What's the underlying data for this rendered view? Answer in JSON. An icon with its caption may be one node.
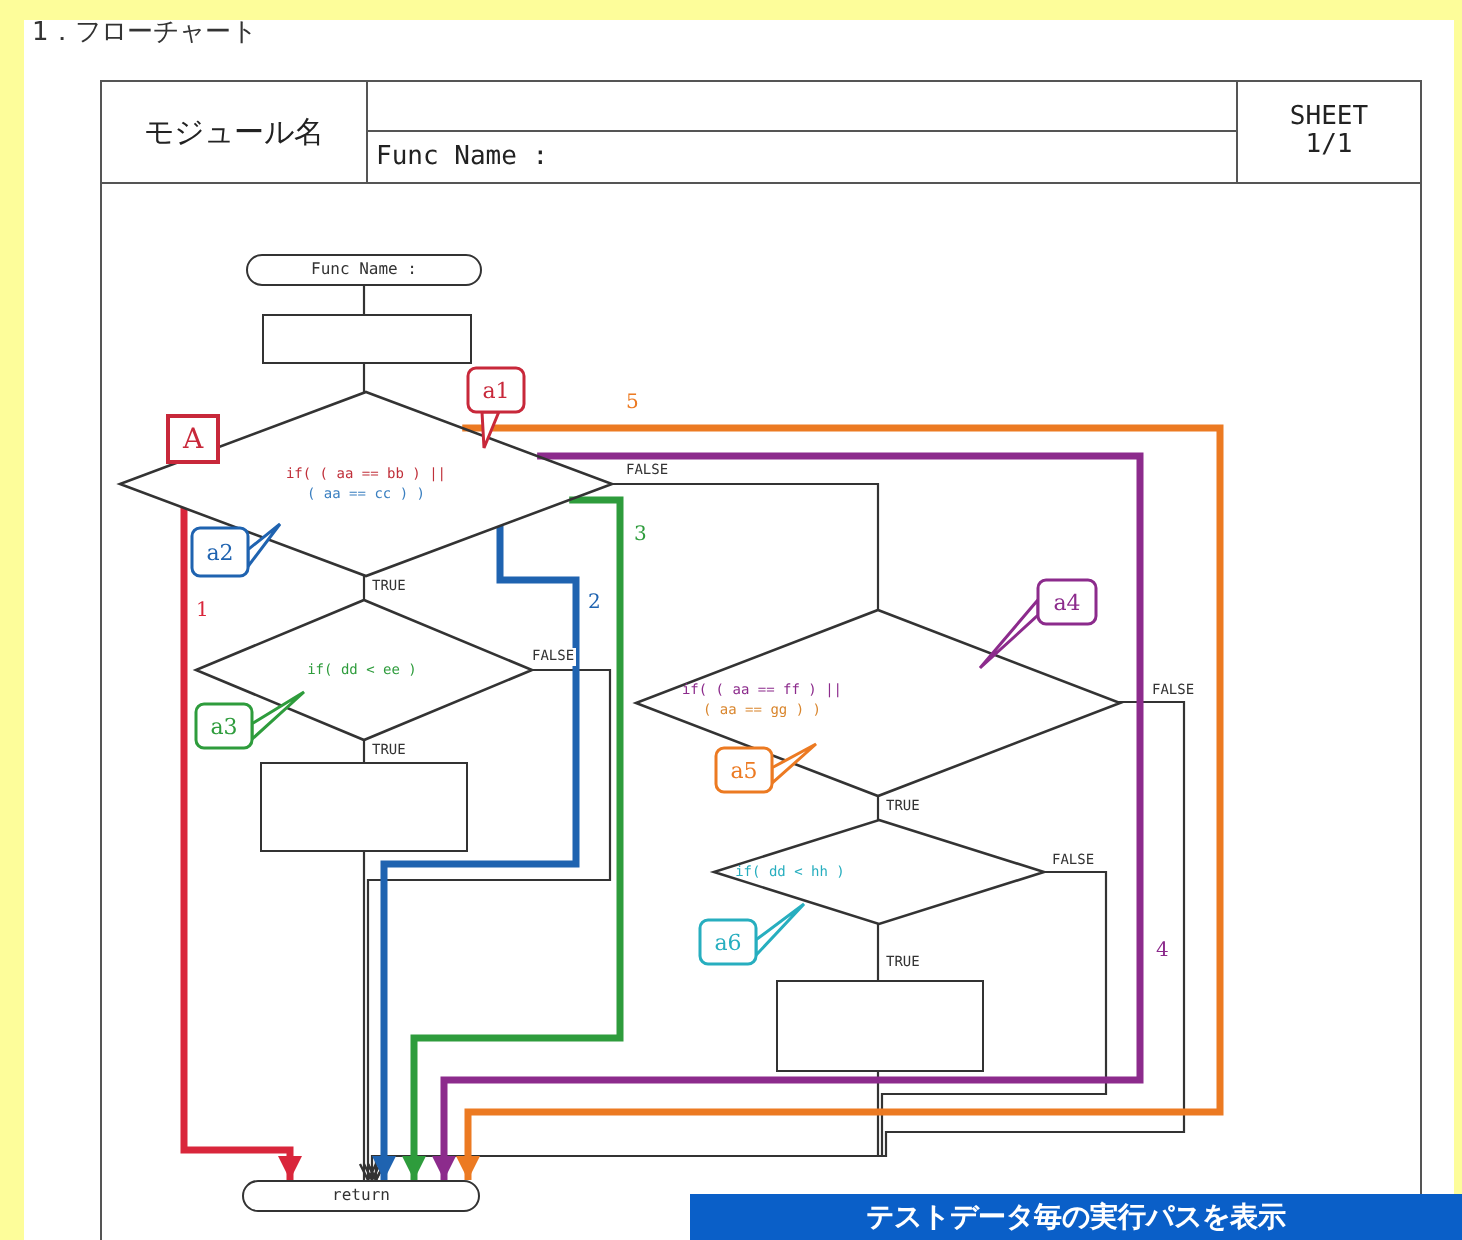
{
  "diagram": {
    "title": "1．フローチャート",
    "nodes": [
      {
        "text": [
          "Func Name :"
        ]
      },
      {
        "text": [],
        "shape": "box"
      },
      {
        "text": [
          "if( ( aa == bb ) ||",
          "( aa == cc ) )"
        ]
      },
      {
        "text": [
          "if( dd < ee )"
        ]
      },
      {
        "text": [],
        "shape": "box"
      },
      {
        "text": [
          "if( ( aa == ff ) ||",
          "( aa == gg ) )"
        ]
      },
      {
        "text": [
          "if( dd < hh )"
        ]
      },
      {
        "text": [],
        "shape": "box"
      },
      {
        "text": [
          "return"
        ]
      }
    ],
    "edges": [
      {
        "from": 0,
        "to": 1,
        "arrow": "none"
      },
      {
        "from": 1,
        "to": 2,
        "arrow": "none"
      },
      {
        "from": 2,
        "to": 3,
        "arrow": "none",
        "label": "TRUE"
      },
      {
        "from": 3,
        "to": 4,
        "arrow": "none",
        "label": "TRUE"
      },
      {
        "from": 2,
        "to": 5,
        "arrow": "none",
        "label": "FALSE"
      },
      {
        "from": 5,
        "to": 6,
        "arrow": "none",
        "label": "TRUE"
      },
      {
        "from": 6,
        "to": 7,
        "arrow": "none",
        "label": "TRUE"
      },
      {
        "from": 3,
        "to": 8,
        "arrow": "to",
        "label": "FALSE"
      },
      {
        "from": 4,
        "to": 8,
        "arrow": "none"
      },
      {
        "from": 7,
        "to": 8,
        "arrow": "to"
      },
      {
        "from": 6,
        "to": 8,
        "arrow": "to",
        "label": "FALSE"
      },
      {
        "from": 5,
        "to": 8,
        "arrow": "to",
        "label": "FALSE"
      },
      {
        "from": 2,
        "to": 8,
        "arrow": "to",
        "label": "1",
        "style": "thick",
        "color": "#d9263b"
      },
      {
        "from": 2,
        "to": 8,
        "arrow": "to",
        "label": "2",
        "style": "thick",
        "color": "#1f63b0"
      },
      {
        "from": 2,
        "to": 8,
        "arrow": "to",
        "label": "3",
        "style": "thick",
        "color": "#2e9c3c"
      },
      {
        "from": 2,
        "to": 8,
        "arrow": "to",
        "label": "4",
        "style": "thick",
        "color": "#8c2b8c"
      },
      {
        "from": 2,
        "to": 8,
        "arrow": "to",
        "label": "5",
        "style": "thick",
        "color": "#ec7a22"
      }
    ],
    "labels": [
      "モジュール名",
      "Func Name :",
      "SHEET 1/1",
      "A",
      "a1",
      "a2",
      "a3",
      "a4",
      "a5",
      "a6",
      "テストデータ毎の実行パスを表示"
    ]
  }
}
